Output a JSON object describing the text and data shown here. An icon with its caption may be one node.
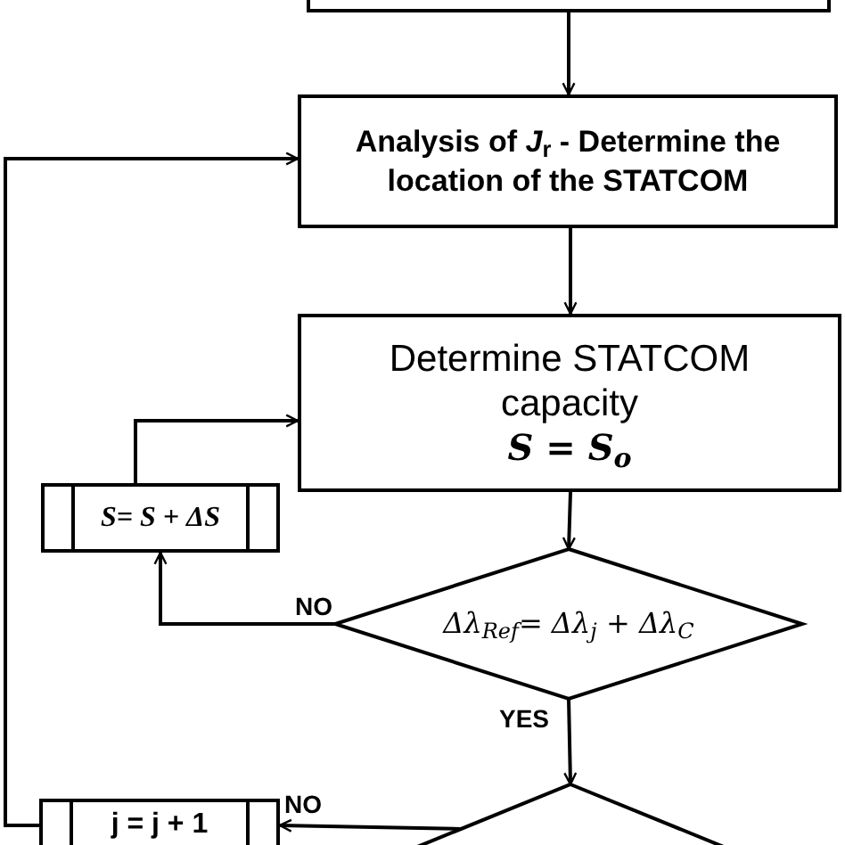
{
  "diagram": {
    "nodes": [
      {
        "text": [],
        "shape": "box"
      },
      {
        "text": [
          "Analysis of *J*$_{r}$ - Determine the location of the STATCOM"
        ]
      },
      {
        "text": [
          "Determine STATCOM capacity",
          "S = S$_{o}$"
        ]
      },
      {
        "text": [
          "Δλ$_{Ref}$= Δλ$_{j}$ + Δλ$_{C}$"
        ]
      },
      {
        "text": [
          "S= S + ΔS"
        ]
      },
      {
        "text": [],
        "shape": "diamond"
      },
      {
        "text": [
          "j = j + 1"
        ]
      }
    ],
    "edges": [
      {
        "from": 0,
        "to": 1,
        "arrow": "to"
      },
      {
        "from": 1,
        "to": 2,
        "arrow": "to"
      },
      {
        "from": 2,
        "to": 3,
        "arrow": "to"
      },
      {
        "from": 3,
        "to": 4,
        "arrow": "to",
        "label": "NO"
      },
      {
        "from": 4,
        "to": 2,
        "arrow": "to"
      },
      {
        "from": 3,
        "to": 5,
        "arrow": "to",
        "label": "YES"
      },
      {
        "from": 5,
        "to": 6,
        "arrow": "to",
        "label": "NO"
      },
      {
        "from": 6,
        "to": 1,
        "arrow": "to"
      }
    ]
  }
}
